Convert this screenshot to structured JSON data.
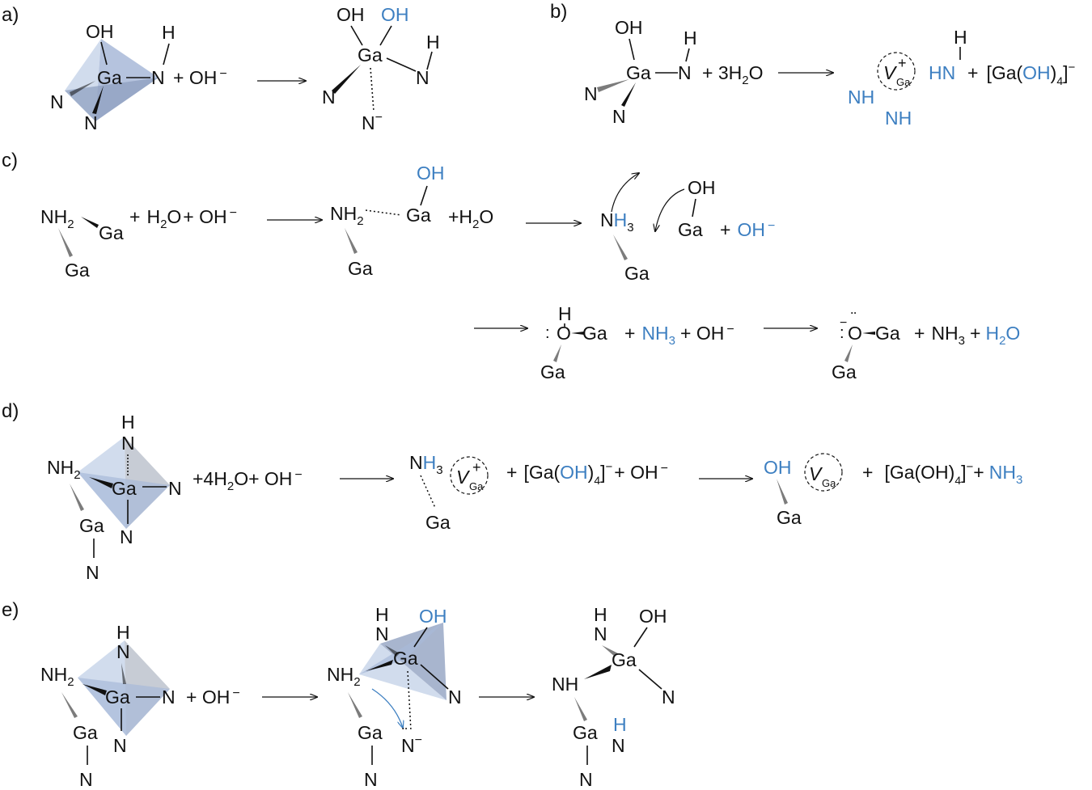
{
  "colors": {
    "black": "#111111",
    "blue": "#3d7fc1",
    "poly_light": "#c9d6ea",
    "poly_mid": "#a8b9d8",
    "poly_dark": "#8b9cbd",
    "poly_grey": "#b9bfca"
  },
  "labels": {
    "a": "a)",
    "b": "b)",
    "c": "c)",
    "d": "d)",
    "e": "e)"
  },
  "atoms": {
    "OH": "OH",
    "H": "H",
    "N": "N",
    "Ga": "Ga",
    "NH": "NH",
    "HN": "HN",
    "NH2_N": "NH",
    "sub2": "2",
    "sub3": "3",
    "sub4": "4",
    "minus": "−",
    "plus": "+",
    "V": "V",
    "Ga_sub": "Ga",
    "O": "O",
    "lone_pair": "¨",
    "colon": ":"
  },
  "text": {
    "plus_OHminus": "+ OH",
    "plus_3H2O_a": "+ 3H",
    "plus_3H2O_b": "O",
    "plus": "+",
    "GaOH4_open": "[Ga(",
    "GaOH4_OH": "OH",
    "GaOH4_close": ")",
    "GaOH4_close2": "]",
    "H2O_a": "H",
    "H2O_b": "O",
    "OH": "OH",
    "NH3_a": "NH",
    "4H2O_a": "+4H",
    "4H2O_b": "O",
    "plus_OH": "+ OH",
    "plusH2O_a": "+H",
    "plusH2O_b": "O",
    "GaOH4_full_open": "[Ga(OH)",
    "bracket": "]"
  }
}
